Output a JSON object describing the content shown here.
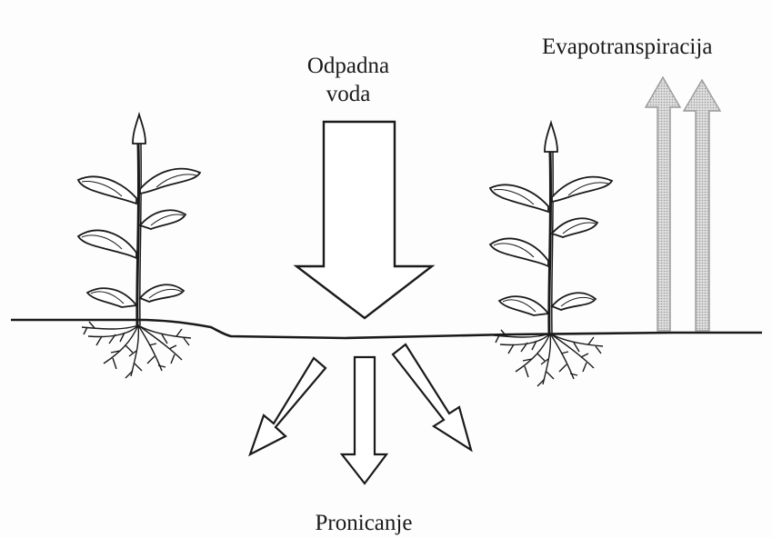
{
  "labels": {
    "wastewater_line1": "Odpadna",
    "wastewater_line2": "voda",
    "evapotranspiration": "Evapotranspiracija",
    "infiltration": "Pronicanje"
  },
  "colors": {
    "ink": "#1a1a1a",
    "evapo_fill": "#c9c9c9",
    "evapo_stroke": "#9a9a9a",
    "background": "#fdfdfd"
  }
}
